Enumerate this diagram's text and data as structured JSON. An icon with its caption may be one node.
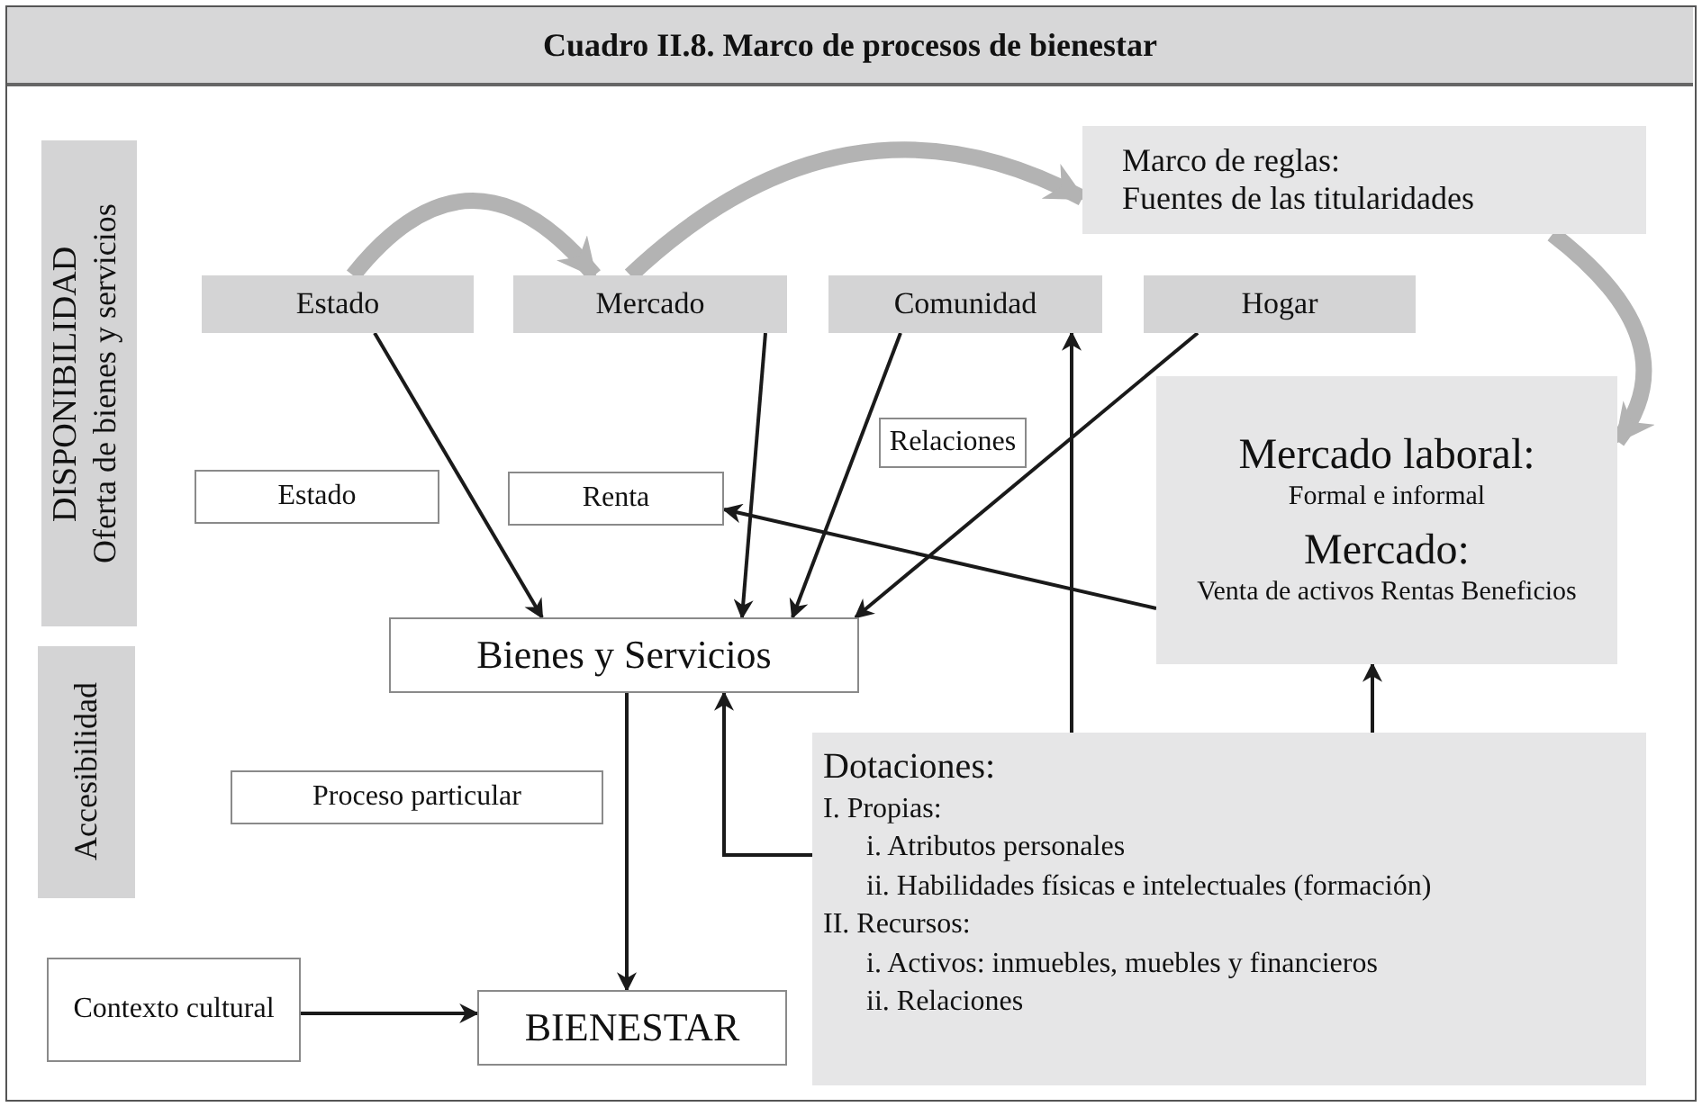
{
  "diagram": {
    "title": "Cuadro II.8. Marco de procesos de bienestar",
    "nodes": [
      {
        "text": [
          "Estado"
        ]
      },
      {
        "text": [
          "Mercado"
        ]
      },
      {
        "text": [
          "Comunidad"
        ]
      },
      {
        "text": [
          "Hogar"
        ]
      },
      {
        "text": [
          "Marco de reglas:",
          "Fuentes de las titularidades"
        ]
      },
      {
        "text": [
          "Estado"
        ]
      },
      {
        "text": [
          "Renta"
        ]
      },
      {
        "text": [
          "Relaciones"
        ]
      },
      {
        "text": [
          "Mercado laboral:",
          "Formal e informal",
          "Mercado:",
          "Venta de activos Rentas Beneficios"
        ]
      },
      {
        "text": [
          "Bienes y Servicios"
        ]
      },
      {
        "text": [
          "Proceso particular"
        ]
      },
      {
        "text": [
          "Contexto cultural"
        ]
      },
      {
        "text": [
          "BIENESTAR"
        ]
      },
      {
        "text": [
          "Dotaciones:",
          "I. Propias:",
          "i. Atributos personales",
          "ii. Habilidades físicas e intelectuales (formación)",
          "II. Recursos:",
          "i. Activos: inmuebles, muebles y financieros",
          "ii. Relaciones"
        ]
      },
      {
        "text": [
          "DISPONIBILIDAD",
          "Oferta de bienes y servicios"
        ]
      },
      {
        "text": [
          "Accesibilidad"
        ]
      }
    ],
    "edges": [
      {
        "from": 0,
        "to": 1,
        "arrow": "to",
        "style": "thick",
        "color": "#b3b3b3"
      },
      {
        "from": 1,
        "to": 4,
        "arrow": "to",
        "style": "thick",
        "color": "#b3b3b3"
      },
      {
        "from": 4,
        "to": 8,
        "arrow": "to",
        "style": "thick",
        "color": "#b3b3b3"
      },
      {
        "from": 0,
        "to": 9,
        "arrow": "to"
      },
      {
        "from": 1,
        "to": 9,
        "arrow": "to"
      },
      {
        "from": 2,
        "to": 9,
        "arrow": "to"
      },
      {
        "from": 3,
        "to": 9,
        "arrow": "to"
      },
      {
        "from": 8,
        "to": 6,
        "arrow": "to"
      },
      {
        "from": 13,
        "to": 2,
        "arrow": "to"
      },
      {
        "from": 13,
        "to": 9,
        "arrow": "to"
      },
      {
        "from": 13,
        "to": 8,
        "arrow": "to"
      },
      {
        "from": 9,
        "to": 12,
        "arrow": "to"
      },
      {
        "from": 11,
        "to": 12,
        "arrow": "to"
      }
    ]
  }
}
